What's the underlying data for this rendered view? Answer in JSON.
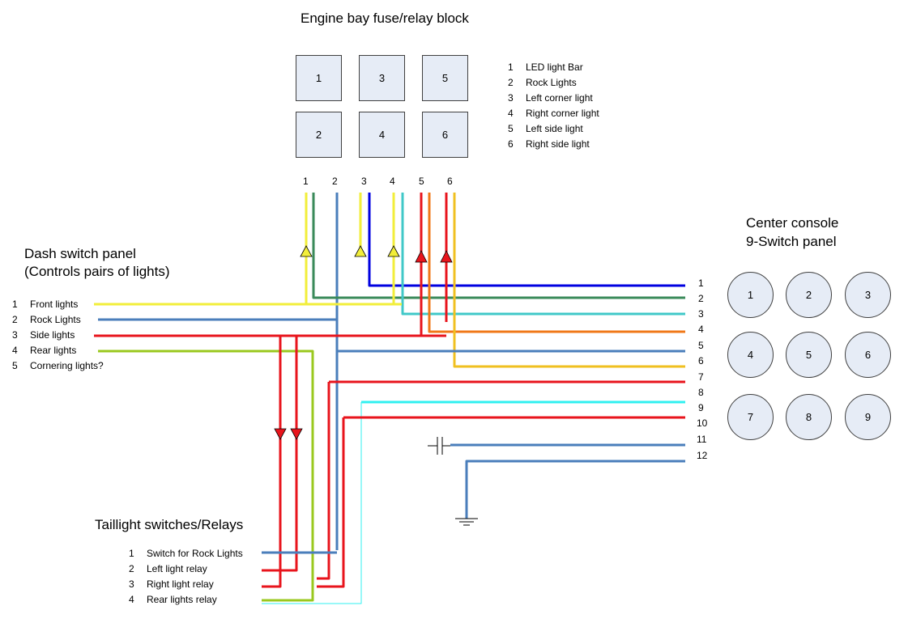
{
  "engine_bay": {
    "title": "Engine bay fuse/relay block",
    "boxes": [
      "1",
      "3",
      "5",
      "2",
      "4",
      "6"
    ],
    "legend": [
      {
        "n": "1",
        "label": "LED light Bar"
      },
      {
        "n": "2",
        "label": "Rock Lights"
      },
      {
        "n": "3",
        "label": "Left corner light"
      },
      {
        "n": "4",
        "label": "Right corner light"
      },
      {
        "n": "5",
        "label": "Left side light"
      },
      {
        "n": "6",
        "label": "Right side light"
      }
    ],
    "wire_numbers": [
      "1",
      "2",
      "3",
      "4",
      "5",
      "6"
    ]
  },
  "dash_panel": {
    "title_line1": "Dash switch panel",
    "title_line2": "(Controls pairs of lights)",
    "items": [
      {
        "n": "1",
        "label": "Front lights"
      },
      {
        "n": "2",
        "label": "Rock Lights"
      },
      {
        "n": "3",
        "label": "Side lights"
      },
      {
        "n": "4",
        "label": "Rear lights"
      },
      {
        "n": "5",
        "label": "Cornering lights?"
      }
    ]
  },
  "center_console": {
    "title_line1": "Center console",
    "title_line2": "9-Switch panel",
    "switches": [
      "1",
      "2",
      "3",
      "4",
      "5",
      "6",
      "7",
      "8",
      "9"
    ],
    "wire_numbers": [
      "1",
      "2",
      "3",
      "4",
      "5",
      "6",
      "7",
      "8",
      "9",
      "10",
      "11",
      "12"
    ]
  },
  "taillight": {
    "title": "Taillight switches/Relays",
    "items": [
      {
        "n": "1",
        "label": "Switch for Rock Lights"
      },
      {
        "n": "2",
        "label": "Left light relay"
      },
      {
        "n": "3",
        "label": "Right light relay"
      },
      {
        "n": "4",
        "label": "Rear lights relay"
      }
    ]
  },
  "colors": {
    "yellow": "#f2ee3a",
    "steel_blue": "#4a7ebb",
    "blue": "#0000e0",
    "cyan": "#40c8c8",
    "green": "#3a8a5a",
    "red": "#e8141c",
    "orange": "#f07818",
    "amber": "#f0c020",
    "lime": "#9ac81e",
    "aqua": "#30f0f0"
  }
}
